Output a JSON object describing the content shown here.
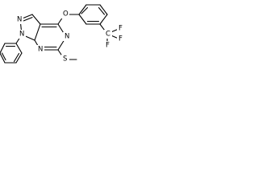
{
  "molecule": {
    "atoms": {
      "n1": "N",
      "n2": "N",
      "n5": "N",
      "n7": "N",
      "o": "O",
      "s": "S",
      "cf3_c": "C",
      "f_top": "F",
      "f_mid": "F",
      "f_bottom": "F"
    },
    "colors": {
      "bond": "#000000",
      "label": "#000000",
      "background": "#ffffff"
    }
  }
}
